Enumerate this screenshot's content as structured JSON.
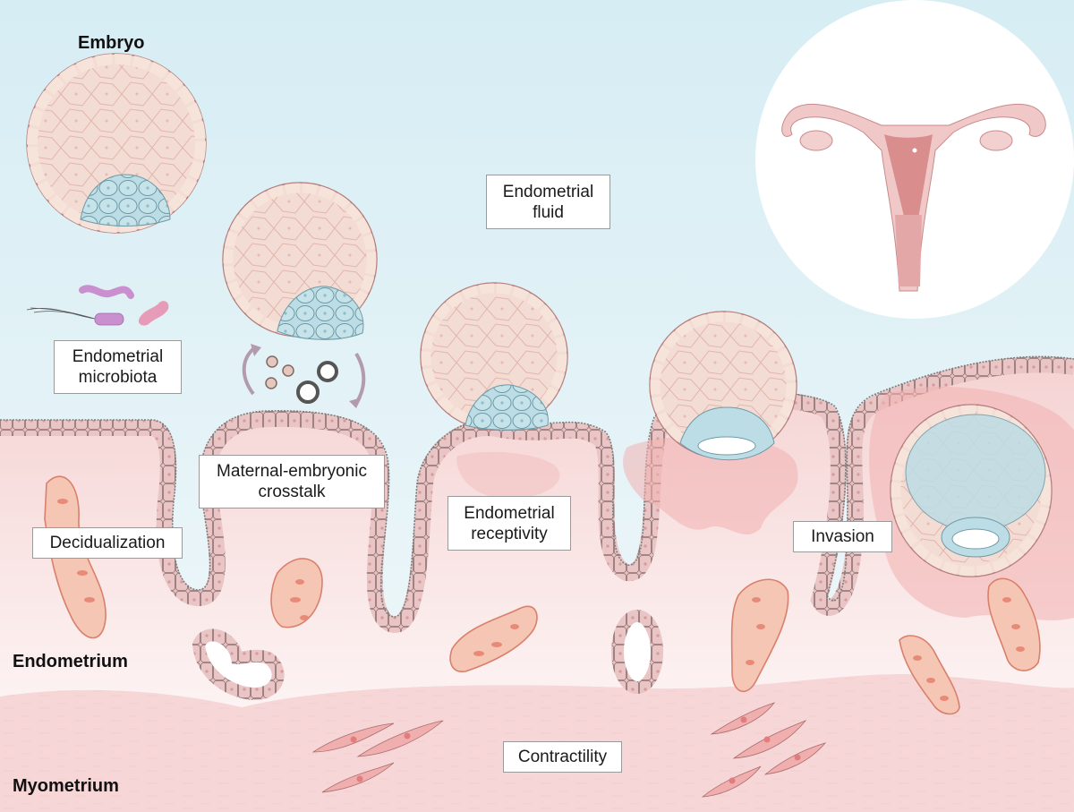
{
  "title": "Embryo",
  "layers": {
    "endometrium": "Endometrium",
    "myometrium": "Myometrium"
  },
  "labels": {
    "endometrial_microbiota": [
      "Endometrial",
      "microbiota"
    ],
    "endometrial_fluid": [
      "Endometrial",
      "fluid"
    ],
    "maternal_embryonic_crosstalk": [
      "Maternal-embryonic",
      "crosstalk"
    ],
    "decidualization": "Decidualization",
    "endometrial_receptivity": [
      "Endometrial",
      "receptivity"
    ],
    "invasion": "Invasion",
    "contractility": "Contractility"
  },
  "colors": {
    "sky_top": "#d9eef5",
    "sky_bottom": "#eef7fa",
    "endometrium": "#f7dcdc",
    "endometrium_light": "#fbeeee",
    "myometrium": "#f6d6d6",
    "epithelium": "#e6bdbd",
    "embryo_shell": "#f2d5c8",
    "inner_cell_mass": "#b9dbe3",
    "uterus": "#eab4b4",
    "vessel": "#f2b6a3",
    "microbe_purple": "#c98fcf",
    "microbe_pink": "#e69bb8",
    "arrow": "#b49aae"
  }
}
